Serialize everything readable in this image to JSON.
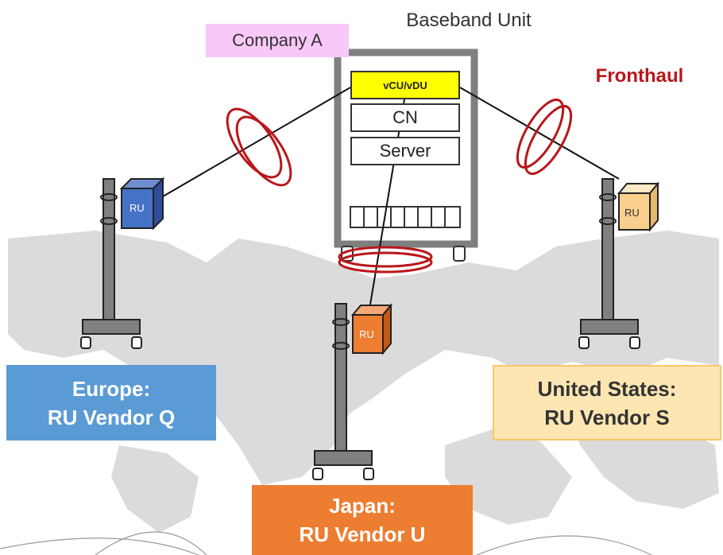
{
  "labels": {
    "company": "Company A",
    "baseband_unit": "Baseband Unit",
    "fronthaul": "Fronthaul"
  },
  "bbu_slots": {
    "vcu_vdu": "vCU/vDU",
    "cn": "CN",
    "server": "Server"
  },
  "radio_units": {
    "europe": "RU",
    "japan": "RU",
    "us": "RU"
  },
  "regions": {
    "europe": {
      "line1": "Europe:",
      "line2": "RU Vendor Q"
    },
    "us": {
      "line1": "United States:",
      "line2": "RU Vendor S"
    },
    "japan": {
      "line1": "Japan:",
      "line2": "RU Vendor U"
    }
  },
  "colors": {
    "company_bg": "#f8c8f8",
    "vcu_bg": "#ffff00",
    "fronthaul": "#b8171b",
    "europe": "#5b9bd5",
    "us": "#fde6b2",
    "japan": "#ed7d31"
  }
}
